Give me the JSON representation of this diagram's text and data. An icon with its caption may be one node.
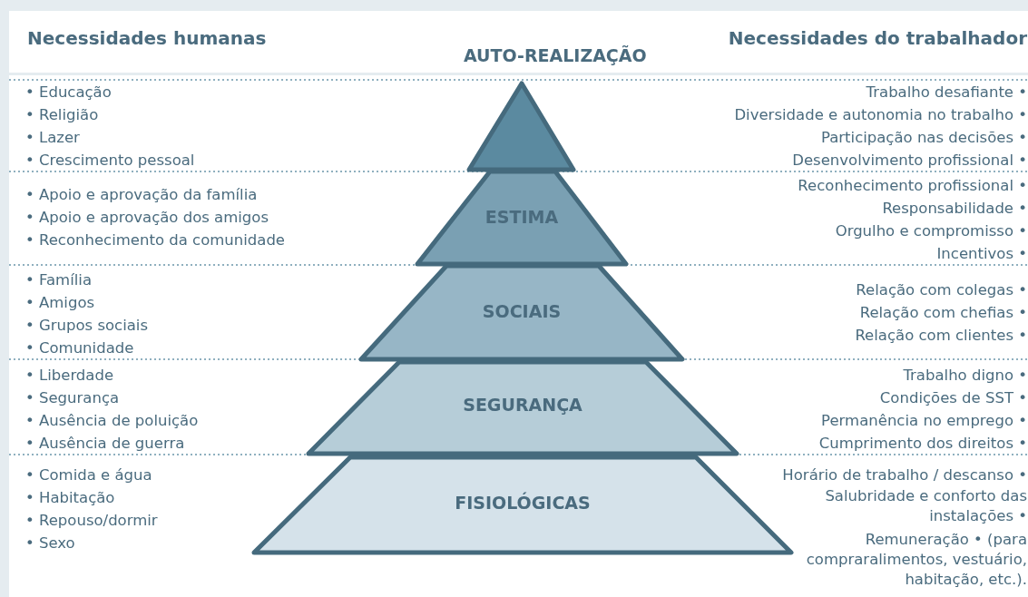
{
  "diagram": {
    "nodes": [
      {
        "text": [
          "AUTO-REALIZAÇÃO"
        ]
      },
      {
        "text": [
          "ESTIMA"
        ]
      },
      {
        "text": [
          "SOCIAIS"
        ]
      },
      {
        "text": [
          "SEGURANÇA"
        ]
      },
      {
        "text": [
          "FISIOLÓGICAS"
        ]
      }
    ],
    "labels": [
      "Necessidades humanas",
      "Necessidades do trabalhador",
      "• Educação",
      "• Religião",
      "• Lazer",
      "• Crescimento pessoal",
      "Trabalho desafiante •",
      "Diversidade e autonomia no trabalho •",
      "Participação nas decisões •",
      "Desenvolvimento profissional •",
      "• Apoio e aprovação da família",
      "• Apoio e aprovação dos amigos",
      "• Reconhecimento da comunidade",
      "Reconhecimento profissional •",
      "Responsabilidade •",
      "Orgulho e compromisso •",
      "Incentivos •",
      "• Família",
      "• Amigos",
      "• Grupos sociais",
      "• Comunidade",
      "Relação com colegas •",
      "Relação com chefias •",
      "Relação com clientes •",
      "• Liberdade",
      "• Segurança",
      "• Ausência de poluição",
      "• Ausência de guerra",
      "Trabalho digno •",
      "Condições de SST •",
      "Permanência no emprego •",
      "Cumprimento dos direitos •",
      "• Comida e água",
      "• Habitação",
      "• Repouso/dormir",
      "• Sexo",
      "Horário de trabalho / descanso •",
      "Salubridade e conforto das instalações •",
      "Remuneração • (para compraralimentos, vestuário, habitação, etc.)."
    ]
  }
}
